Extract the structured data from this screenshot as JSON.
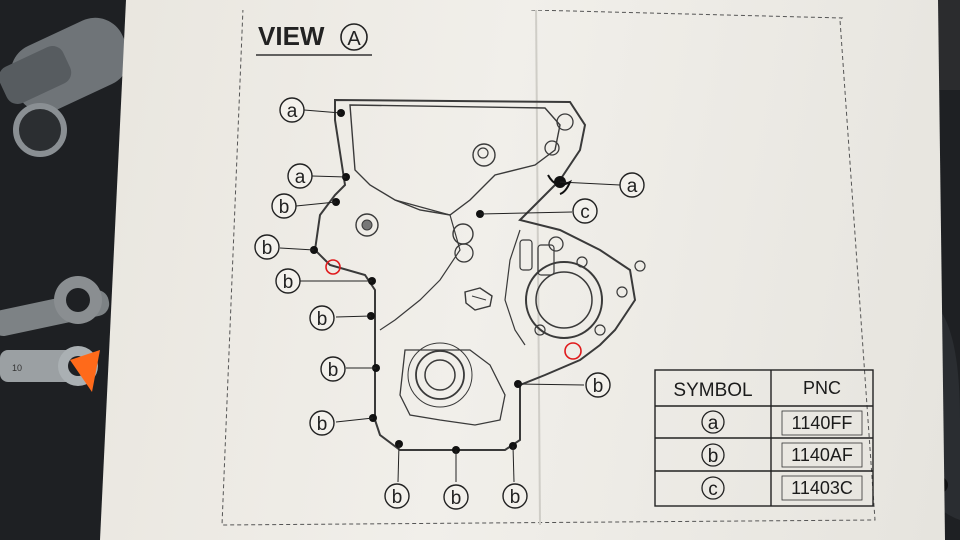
{
  "view_title": {
    "text": "VIEW",
    "circle_letter": "A"
  },
  "callouts": {
    "a": "a",
    "b": "b",
    "c": "c"
  },
  "table": {
    "headers": [
      "SYMBOL",
      "PNC"
    ],
    "rows": [
      {
        "symbol": "a",
        "pnc": "1140FF"
      },
      {
        "symbol": "b",
        "pnc": "1140AF"
      },
      {
        "symbol": "c",
        "pnc": "11403C"
      }
    ]
  },
  "markings": {
    "circle_color": "#e0191b",
    "count": 2
  },
  "colors": {
    "paper": "#ecebe6",
    "ink": "#2a2a2a",
    "bench": "#1f2124",
    "tag": "#ff6a1a"
  },
  "background": {
    "wrench_marking": "10"
  }
}
